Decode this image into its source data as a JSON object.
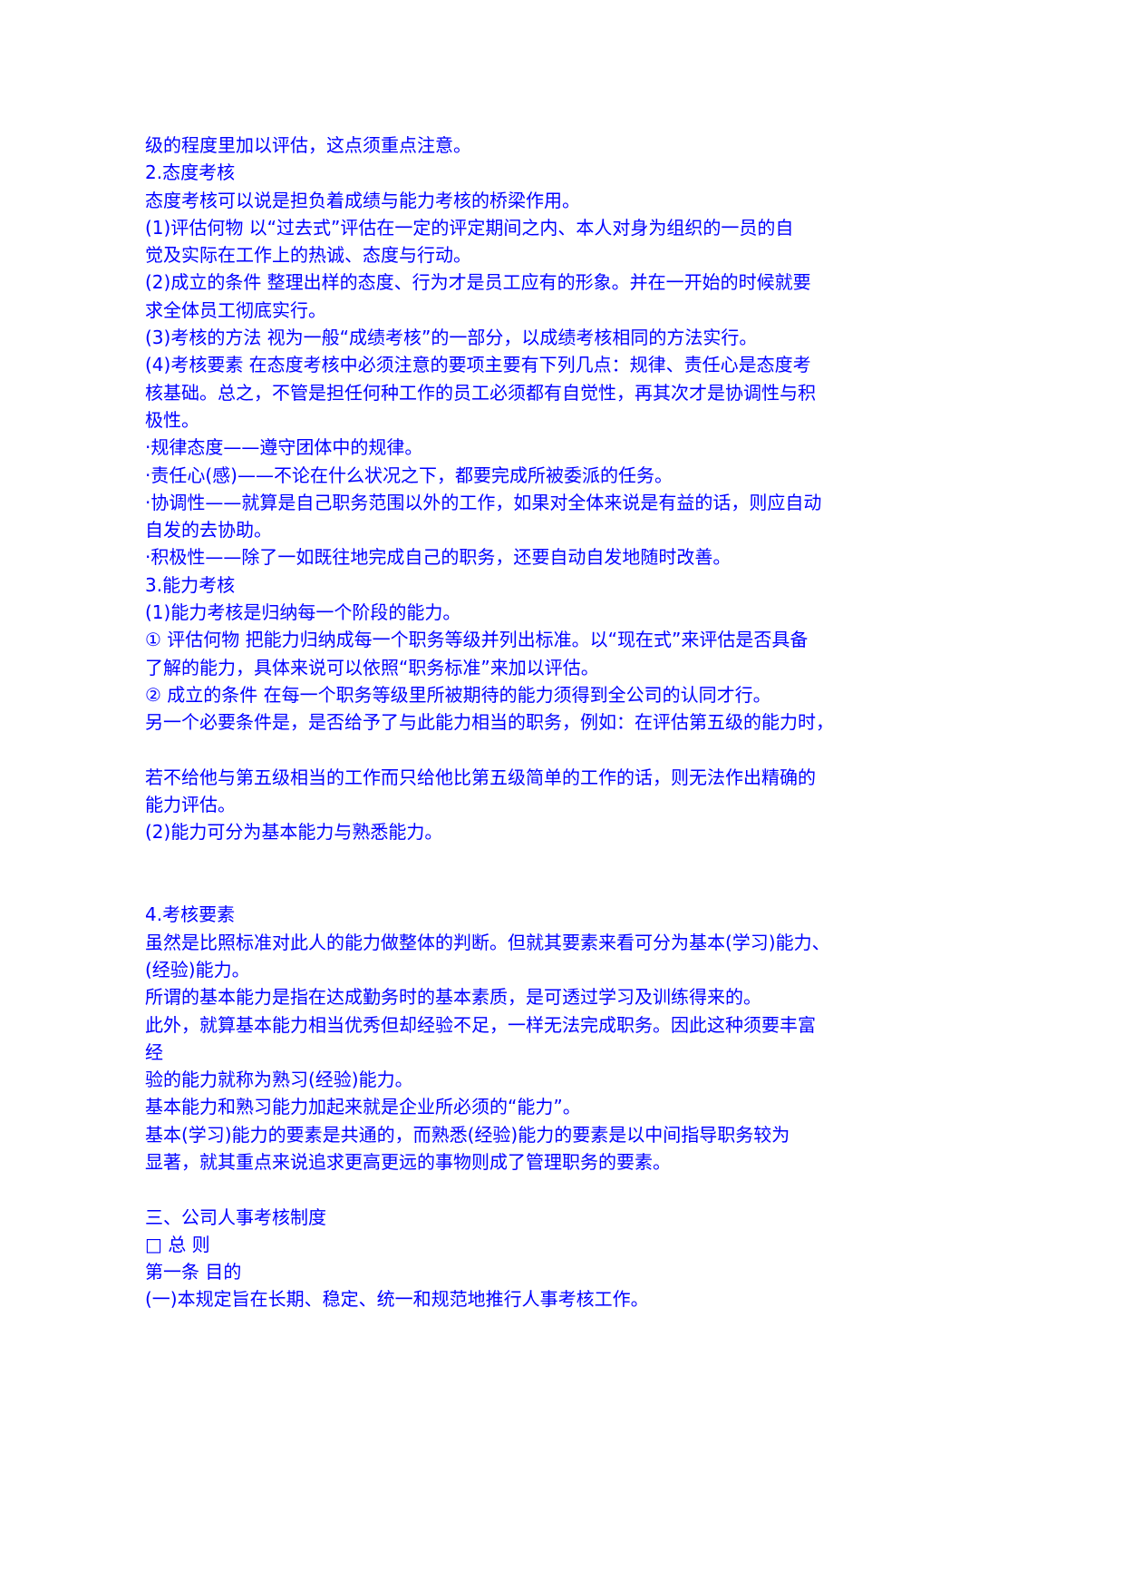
{
  "document": {
    "text_color": "#0000ff",
    "lines": [
      "级的程度里加以评估，这点须重点注意。",
      "2.态度考核",
      "态度考核可以说是担负着成绩与能力考核的桥梁作用。",
      "(1)评估何物 以“过去式”评估在一定的评定期间之内、本人对身为组织的一员的自",
      "觉及实际在工作上的热诚、态度与行动。",
      "(2)成立的条件 整理出样的态度、行为才是员工应有的形象。并在一开始的时候就要",
      "求全体员工彻底实行。",
      "(3)考核的方法 视为一般“成绩考核”的一部分，以成绩考核相同的方法实行。",
      "(4)考核要素 在态度考核中必须注意的要项主要有下列几点：规律、责任心是态度考",
      "核基础。总之，不管是担任何种工作的员工必须都有自觉性，再其次才是协调性与积",
      "极性。",
      "·规律态度——遵守团体中的规律。",
      "·责任心(感)——不论在什么状况之下，都要完成所被委派的任务。",
      "·协调性——就算是自己职务范围以外的工作，如果对全体来说是有益的话，则应自动",
      "自发的去协助。",
      "·积极性——除了一如既往地完成自己的职务，还要自动自发地随时改善。",
      "3.能力考核",
      "(1)能力考核是归纳每一个阶段的能力。",
      "① 评估何物 把能力归纳成每一个职务等级并列出标准。以“现在式”来评估是否具备",
      "了解的能力，具体来说可以依照“职务标准”来加以评估。",
      "② 成立的条件 在每一个职务等级里所被期待的能力须得到全公司的认同才行。",
      "另一个必要条件是，是否给予了与此能力相当的职务，例如：在评估第五级的能力时，",
      "",
      "若不给他与第五级相当的工作而只给他比第五级简单的工作的话，则无法作出精确的",
      "能力评估。",
      "(2)能力可分为基本能力与熟悉能力。",
      "",
      "",
      "4.考核要素",
      "虽然是比照标准对此人的能力做整体的判断。但就其要素来看可分为基本(学习)能力、",
      "(经验)能力。",
      "所谓的基本能力是指在达成勤务时的基本素质，是可透过学习及训练得来的。",
      "此外，就算基本能力相当优秀但却经验不足，一样无法完成职务。因此这种须要丰富",
      "经",
      "验的能力就称为熟习(经验)能力。",
      "基本能力和熟习能力加起来就是企业所必须的“能力”。",
      "基本(学习)能力的要素是共通的，而熟悉(经验)能力的要素是以中间指导职务较为",
      "显著，就其重点来说追求更高更远的事物则成了管理职务的要素。",
      "",
      "三、公司人事考核制度",
      "□ 总 则",
      "第一条 目的",
      "(一)本规定旨在长期、稳定、统一和规范地推行人事考核工作。"
    ]
  }
}
